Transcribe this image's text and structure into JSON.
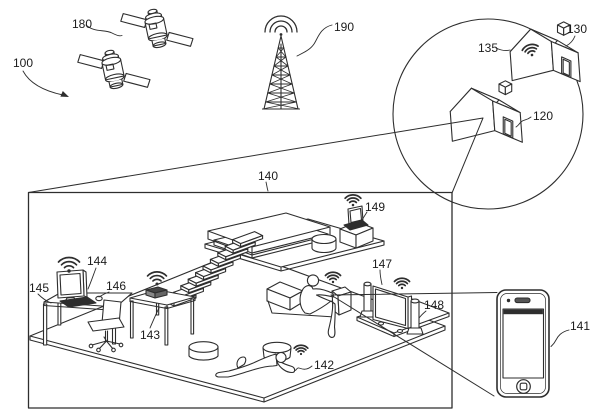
{
  "figure": {
    "type": "patent-line-drawing",
    "background": "#ffffff",
    "line_color": "#2e2e2e",
    "dark_fill": "#2e2e2e",
    "labels": {
      "system": "100",
      "satellites": "180",
      "cell_tower": "190",
      "neighbor_house": "130",
      "neighbor_house_wifi": "135",
      "user_house": "120",
      "room": "140",
      "smartphone": "141",
      "person_on_floor": "142",
      "table_device": "143",
      "desktop_monitor": "144",
      "desktop_computer": "145",
      "mouse": "146",
      "television": "147",
      "speaker": "148",
      "laptop": "149"
    }
  }
}
